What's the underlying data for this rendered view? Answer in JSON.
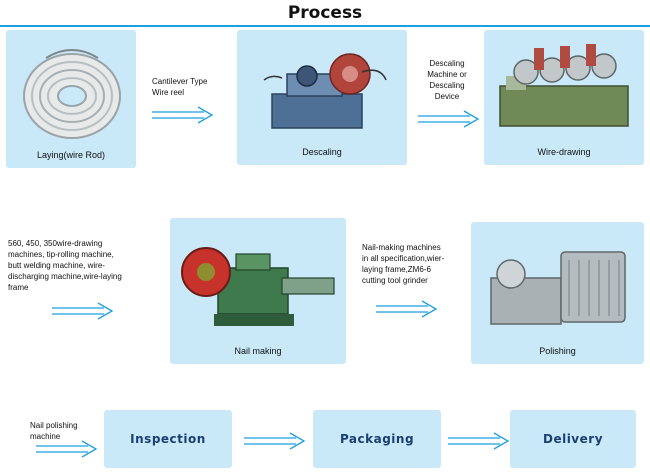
{
  "title": "Process",
  "steps": {
    "laying": {
      "caption": "Laying(wire Rod)"
    },
    "descaling": {
      "caption": "Descaling"
    },
    "wire_drawing": {
      "caption": "Wire-drawing"
    },
    "nail_making": {
      "caption": "Nail making"
    },
    "polishing": {
      "caption": "Polishing"
    }
  },
  "notes": {
    "cantilever": "Cantilever Type\nWire reel",
    "descaling_machine": "Descaling\nMachine or\nDescaling\nDevice",
    "wire_drawing_machines": "560, 450, 350wire-drawing\nmachines, tip-rolling machine,\nbutt welding machine, wire-\ndischarging machine,wire-laying\nframe",
    "nail_making_machines": "Nail-making machines\nin all specification,wier-\nlaying frame,ZM6-6\ncutting tool grinder",
    "polishing_machine": "Nail polishing\nmachine"
  },
  "stages": {
    "inspection": "Inspection",
    "packaging": "Packaging",
    "delivery": "Delivery"
  },
  "colors": {
    "card": "#c9e9f9",
    "arrow": "#1d9fe0",
    "stage_text": "#1a3f73"
  }
}
